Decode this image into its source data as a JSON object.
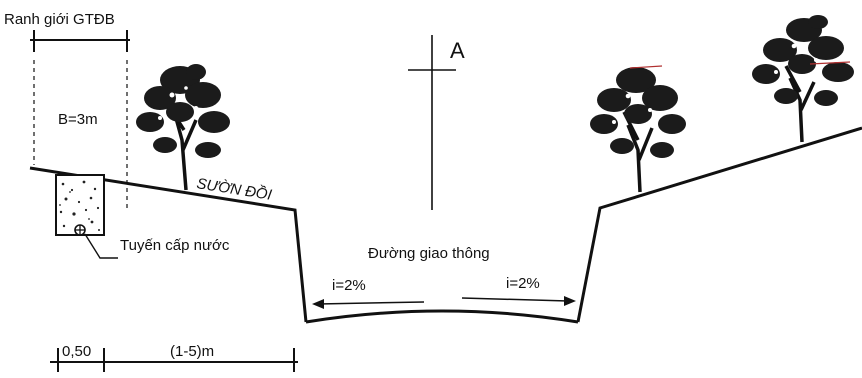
{
  "diagram": {
    "boundary_label": "Ranh giới GTĐB",
    "strip_width_label": "B=3m",
    "section_marker_label": "A",
    "slope_label": "SƯỜN ĐỒI",
    "water_line_label": "Tuyến cấp nước",
    "road_label": "Đường giao thông",
    "left_grade_label": "i=2%",
    "right_grade_label": "i=2%",
    "dim_small_label": "0,50",
    "dim_large_label": "(1-5)m"
  },
  "colors": {
    "line": "#111111",
    "foliage": "#1b1b1b",
    "accent_red": "#b03030"
  }
}
